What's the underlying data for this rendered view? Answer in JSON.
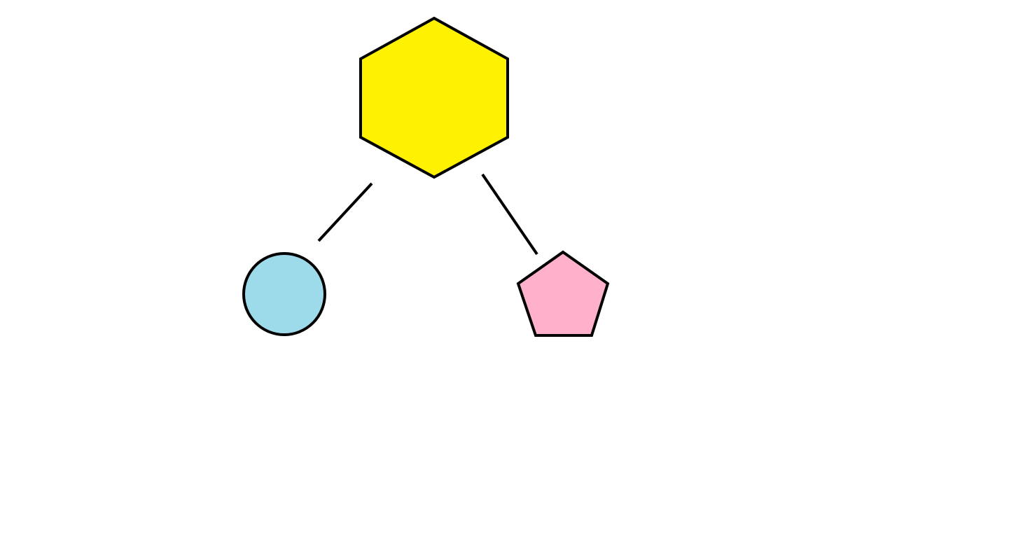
{
  "diagram": {
    "nodes": [
      {
        "id": "hexagon",
        "shape": "hexagon",
        "fill": "#FFF200",
        "stroke": "#000000"
      },
      {
        "id": "circle",
        "shape": "circle",
        "fill": "#9DDAEA",
        "stroke": "#000000"
      },
      {
        "id": "pentagon",
        "shape": "pentagon",
        "fill": "#FFB0CA",
        "stroke": "#000000"
      }
    ],
    "edges": [
      {
        "from": "hexagon",
        "to": "circle"
      },
      {
        "from": "hexagon",
        "to": "pentagon"
      }
    ],
    "colors": {
      "background": "#FFFFFF",
      "line": "#000000"
    }
  }
}
